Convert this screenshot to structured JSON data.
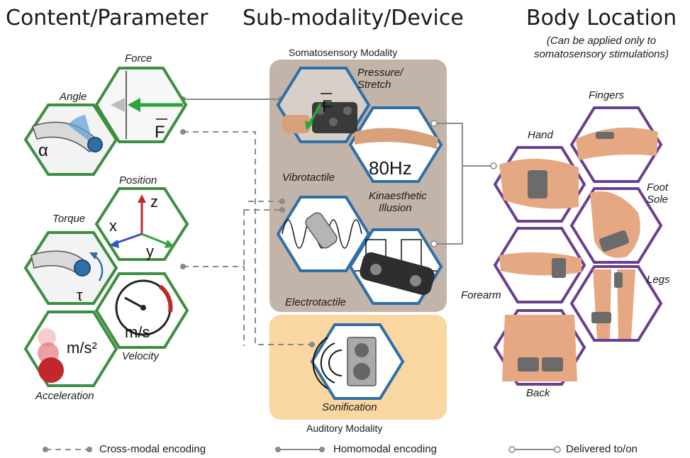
{
  "titles": {
    "content": "Content/Parameter",
    "device": "Sub-modality/Device",
    "body": "Body Location",
    "body_note_1": "(Can be applied only to",
    "body_note_2": "somatosensory stimulations)"
  },
  "parameters": {
    "force": "Force",
    "angle": "Angle",
    "position": "Position",
    "torque": "Torque",
    "velocity": "Velocity",
    "acceleration": "Acceleration"
  },
  "parameter_glyphs": {
    "force_vector": "F",
    "angle_symbol": "α",
    "axis_x": "x",
    "axis_y": "y",
    "axis_z": "z",
    "torque_symbol": "τ",
    "velocity_unit": "m/s",
    "acceleration_unit": "m/s²"
  },
  "modalities": {
    "somatosensory": "Somatosensory Modality",
    "auditory": "Auditory Modality"
  },
  "devices": {
    "pressure_1": "Pressure/",
    "pressure_2": "Stretch",
    "kinaesthetic_1": "Kinaesthetic",
    "kinaesthetic_2": "Illusion",
    "kinaesthetic_freq": "80Hz",
    "vibrotactile": "Vibrotactile",
    "electrotactile": "Electrotactile",
    "sonification": "Sonification",
    "pressure_vector": "F"
  },
  "locations": {
    "fingers": "Fingers",
    "hand": "Hand",
    "foot_sole_1": "Foot",
    "foot_sole_2": "Sole",
    "forearm": "Forearm",
    "legs": "Legs",
    "back": "Back"
  },
  "legend": {
    "cross_modal": "Cross-modal encoding",
    "homomodal": "Homomodal encoding",
    "delivered": "Delivered to/on"
  },
  "colors": {
    "parameter_border": "#3e8e41",
    "device_border": "#2f6fa7",
    "location_border": "#6b3f8f",
    "somatosensory_panel": "#c2b4a8",
    "auditory_panel": "#fad7a1",
    "connector": "#8a8a8a"
  }
}
